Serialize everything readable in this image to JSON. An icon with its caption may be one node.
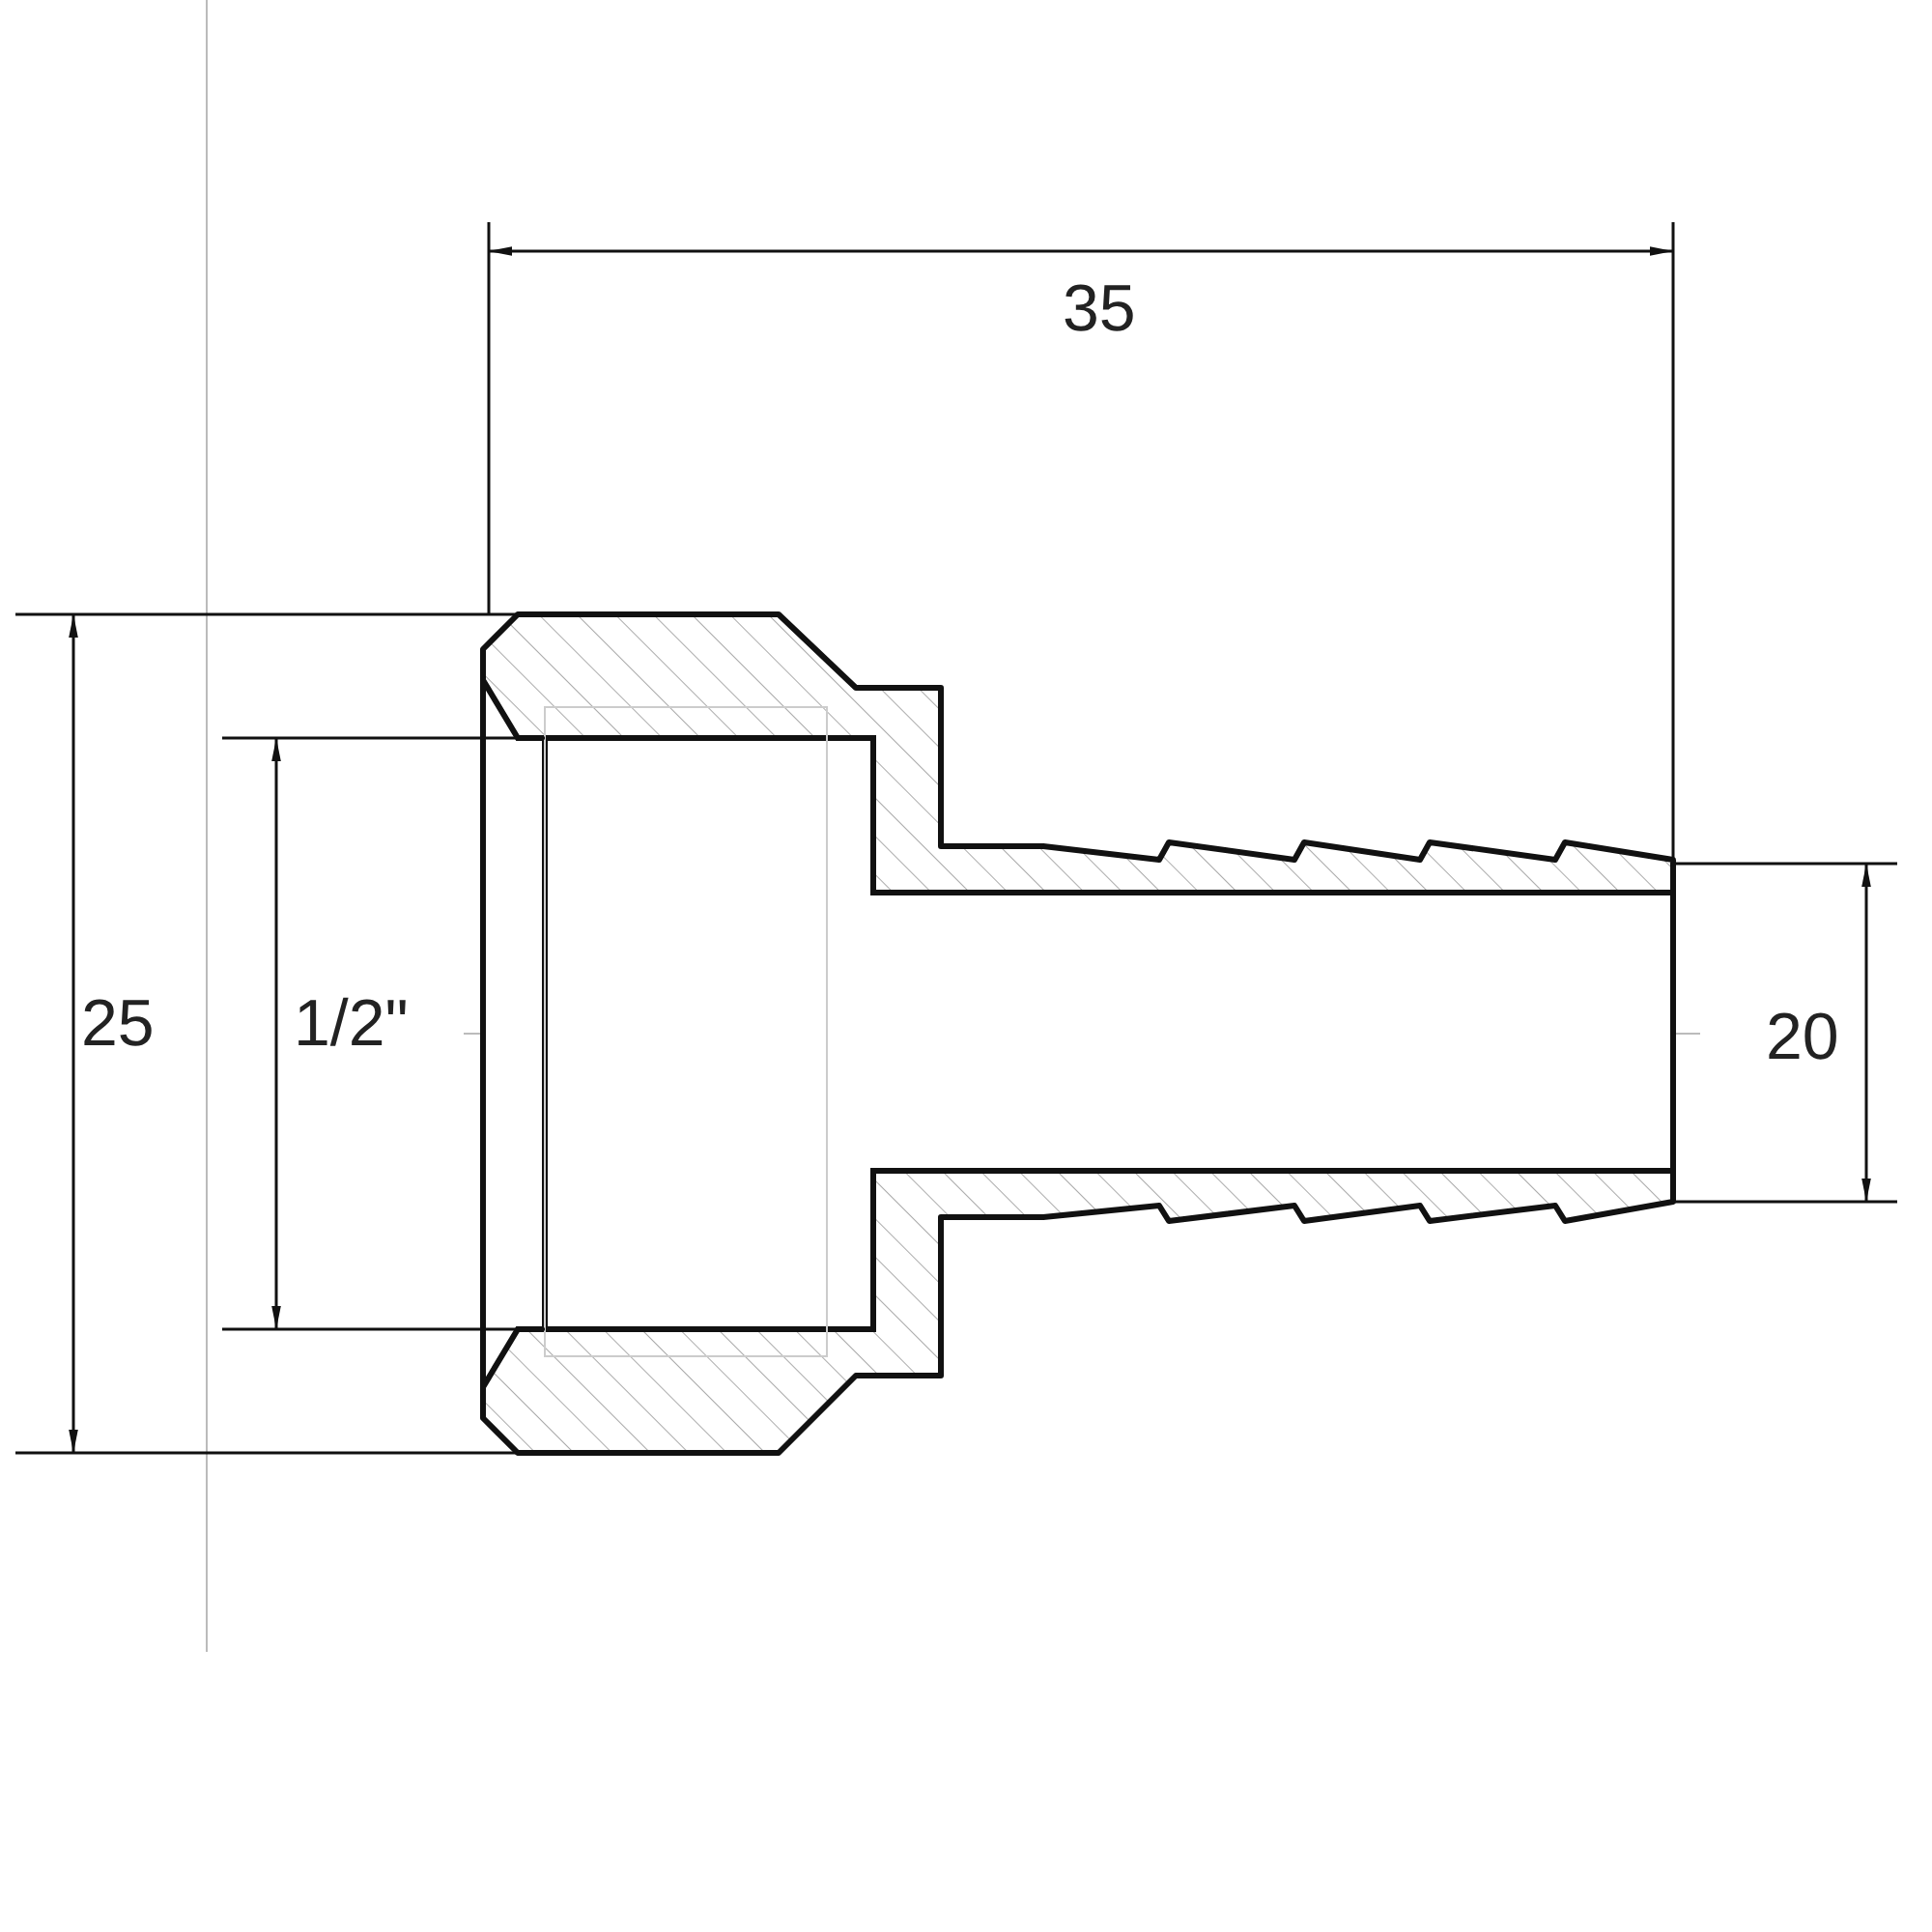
{
  "diagram": {
    "labels": [
      "35",
      "25",
      "1/2\"",
      "20"
    ]
  }
}
